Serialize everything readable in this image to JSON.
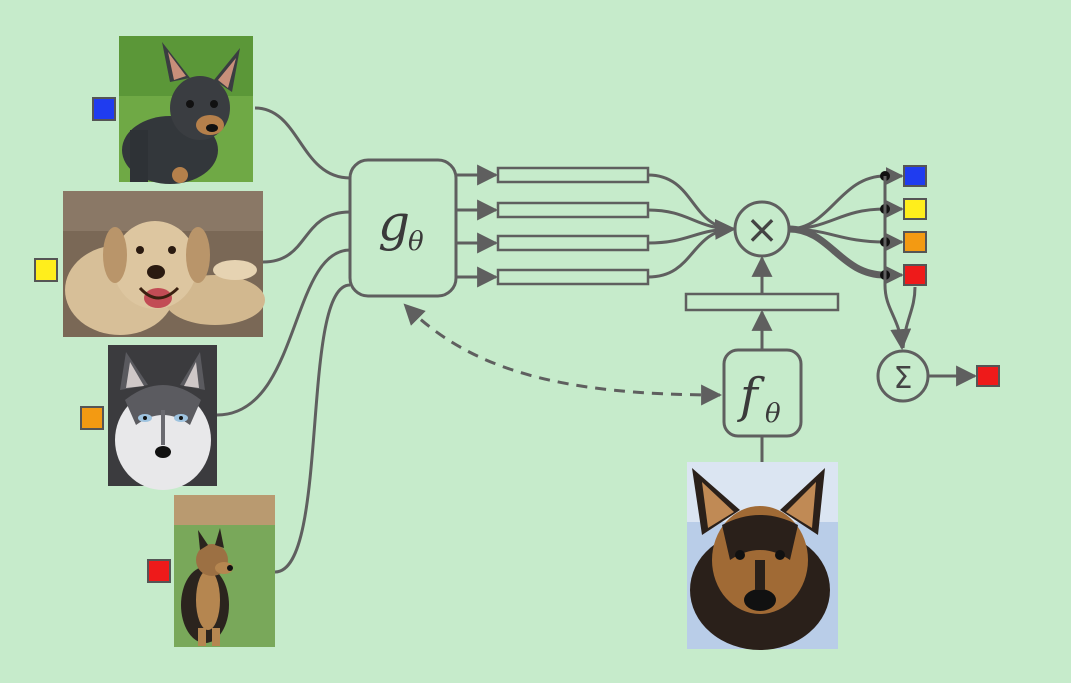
{
  "modules": {
    "g": {
      "symbol": "g",
      "subscript": "θ"
    },
    "f": {
      "symbol": "f",
      "subscript": "θ"
    },
    "multiply": {
      "symbol": "×"
    },
    "sum": {
      "symbol": "Σ"
    }
  },
  "colors": {
    "background": "#c6ebcb",
    "line": "#5f5f5f",
    "blue": "#1f3cf0",
    "yellow": "#ffee1c",
    "orange": "#f39a12",
    "red": "#ee1a1a"
  },
  "support_images": [
    {
      "subject": "chihuahua",
      "label_color": "blue"
    },
    {
      "subject": "labrador",
      "label_color": "yellow"
    },
    {
      "subject": "husky",
      "label_color": "orange"
    },
    {
      "subject": "german-shepherd-sitting",
      "label_color": "red"
    }
  ],
  "query_image": {
    "subject": "german-shepherd-portrait"
  },
  "output_labels": [
    "blue",
    "yellow",
    "orange",
    "red"
  ],
  "prediction_label": "red"
}
